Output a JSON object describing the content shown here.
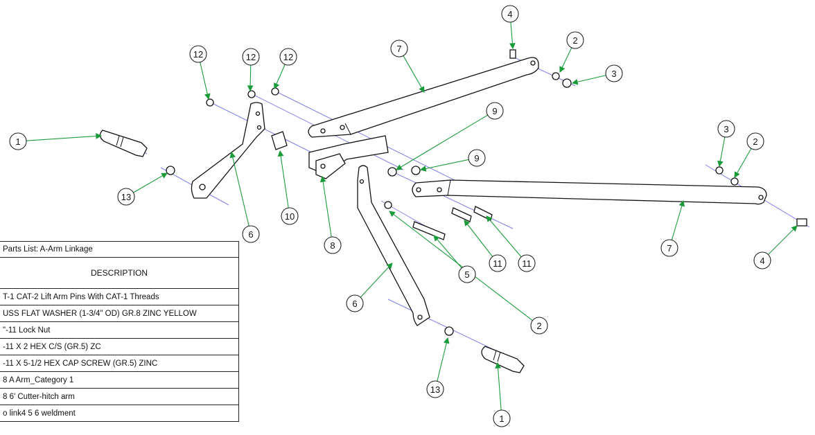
{
  "parts_list": {
    "title": "Parts List:  A-Arm Linkage",
    "column_header": "DESCRIPTION",
    "rows": [
      "T-1  CAT-2  Lift Arm Pins With CAT-1 Threads",
      " USS FLAT WASHER  (1-3/4\" OD) GR.8 ZINC YELLOW",
      "\"-11 Lock Nut",
      "-11 X 2 HEX C/S (GR.5) ZC",
      "-11 X 5-1/2 HEX CAP SCREW (GR.5) ZINC",
      " 8 A Arm_Category 1",
      " 8 6' Cutter-hitch arm",
      "o link4  5  6 weldment"
    ]
  },
  "callouts": [
    "1",
    "12",
    "12",
    "12",
    "4",
    "7",
    "2",
    "3",
    "9",
    "9",
    "13",
    "6",
    "10",
    "8",
    "3",
    "2",
    "5",
    "11",
    "11",
    "7",
    "4",
    "6",
    "2",
    "13",
    "1"
  ],
  "colors": {
    "leader": "#1a9b3a",
    "axis": "#7d7dea",
    "outline": "#111111"
  }
}
